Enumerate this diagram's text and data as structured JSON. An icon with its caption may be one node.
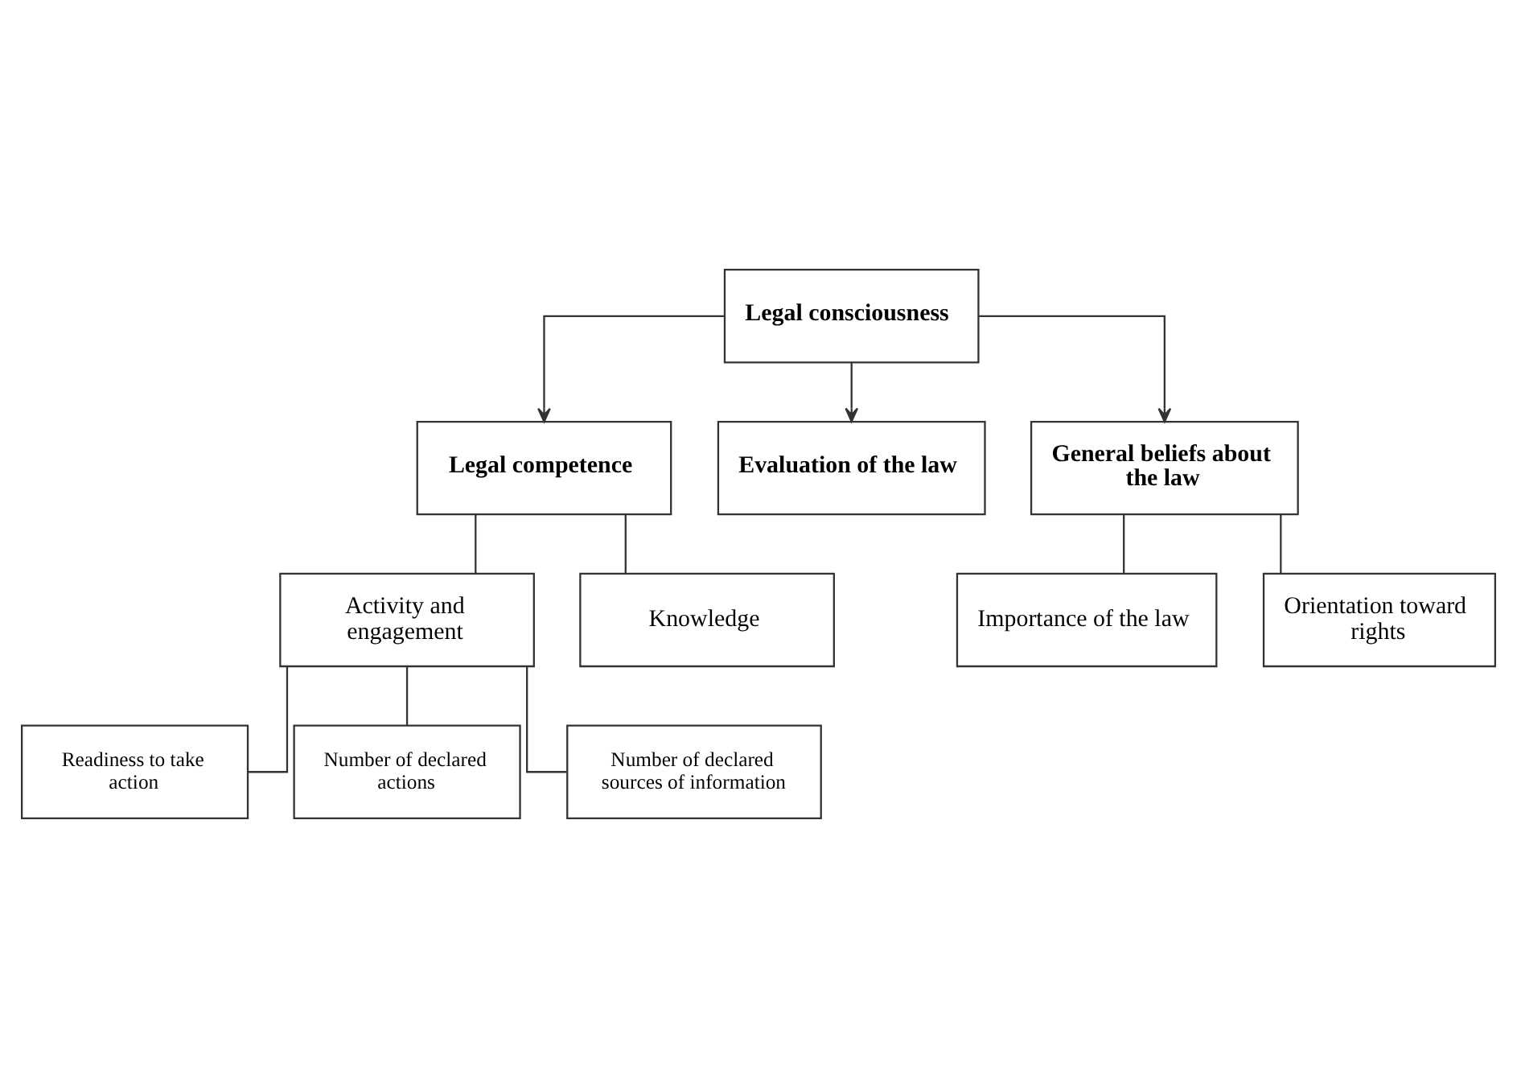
{
  "diagram": {
    "nodes": [
      {
        "text": [
          "Legal consciousness"
        ]
      },
      {
        "text": [
          "Legal competence"
        ]
      },
      {
        "text": [
          "Evaluation of the law"
        ]
      },
      {
        "text": [
          "General beliefs about the law"
        ]
      },
      {
        "text": [
          "Activity and engagement"
        ]
      },
      {
        "text": [
          "Knowledge"
        ]
      },
      {
        "text": [
          "Readiness to take action"
        ]
      },
      {
        "text": [
          "Number of declared actions"
        ]
      },
      {
        "text": [
          "Number of declared sources of information"
        ]
      },
      {
        "text": [
          "Importance of the law"
        ]
      },
      {
        "text": [
          "Orientation toward rights"
        ]
      }
    ],
    "edges": [
      {
        "from": 0,
        "to": 1,
        "arrow": "to"
      },
      {
        "from": 0,
        "to": 2,
        "arrow": "to"
      },
      {
        "from": 0,
        "to": 3,
        "arrow": "to"
      },
      {
        "from": 1,
        "to": 4,
        "arrow": "none"
      },
      {
        "from": 1,
        "to": 5,
        "arrow": "none"
      },
      {
        "from": 4,
        "to": 6,
        "arrow": "none"
      },
      {
        "from": 4,
        "to": 7,
        "arrow": "none"
      },
      {
        "from": 4,
        "to": 8,
        "arrow": "none"
      },
      {
        "from": 3,
        "to": 9,
        "arrow": "none"
      },
      {
        "from": 3,
        "to": 10,
        "arrow": "none"
      }
    ]
  }
}
